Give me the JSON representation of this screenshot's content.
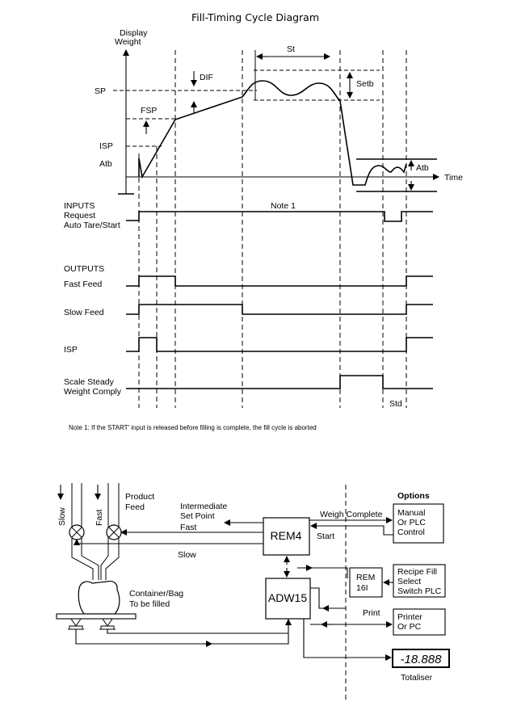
{
  "timing": {
    "title": "Fill-Timing Cycle Diagram",
    "axis_y": [
      "Display",
      "Weight"
    ],
    "axis_x": "Time",
    "levels": {
      "sp": "SP",
      "fsp": "FSP",
      "isp": "ISP",
      "atb": "Atb"
    },
    "dims": {
      "st": "St",
      "setb": "Setb",
      "dif": "DIF",
      "atb_band": "Atb",
      "std": "Std"
    },
    "inputs_header": "INPUTS",
    "input_request": [
      "Request",
      "Auto Tare/Start"
    ],
    "note_marker": "Note 1",
    "outputs_header": "OUTPUTS",
    "output_fast": "Fast Feed",
    "output_slow": "Slow Feed",
    "output_isp": "ISP",
    "output_steady": [
      "Scale Steady",
      "Weight Comply"
    ],
    "note_text": "Note 1: If the START' input is released before filling is complete, the fill cycle is aborted"
  },
  "system": {
    "valve_slow": "Slow",
    "valve_fast": "Fast",
    "product_feed": [
      "Product",
      "Feed"
    ],
    "intermediate": [
      "Intermediate",
      "Set Point"
    ],
    "fast": "Fast",
    "slow": "Slow",
    "container": [
      "Container/Bag",
      "To be filled"
    ],
    "rem4": "REM4",
    "adw15": "ADW15",
    "rem16": [
      "REM",
      "16I"
    ],
    "weigh_complete": "Weigh Complete",
    "start": "Start",
    "print": "Print",
    "options": "Options",
    "manual_plc": [
      "Manual",
      "Or PLC",
      "Control"
    ],
    "recipe": [
      "Recipe Fill",
      "Select",
      "Switch PLC"
    ],
    "printer": [
      "Printer",
      "Or PC"
    ],
    "display_value": "-18.888",
    "totaliser": "Totaliser"
  }
}
